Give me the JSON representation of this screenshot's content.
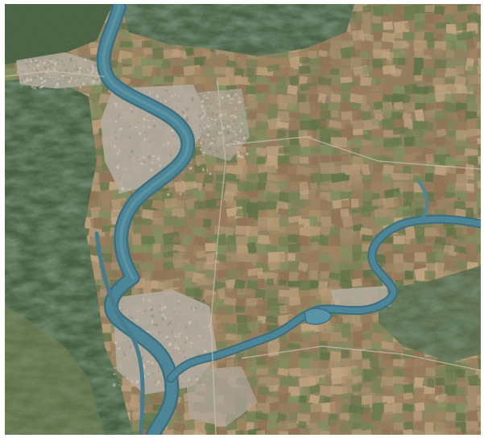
{
  "colors": {
    "frame": "#ffffff",
    "farmland_base": "#8a7a58",
    "river": "#3f7f92",
    "river_edge": "#2e6576",
    "urban": "#b3aa9c",
    "hill_forest": "#2f4a2f",
    "field_green": "#5f7440",
    "field_tan": "#b89870",
    "field_brown": "#8c6a48"
  },
  "features": {
    "rivers": [
      {
        "id": "main-river"
      },
      {
        "id": "tributary-river"
      }
    ],
    "urban_areas": [
      {
        "id": "northern-town"
      },
      {
        "id": "central-city"
      },
      {
        "id": "southern-town"
      }
    ],
    "terrain": [
      {
        "id": "western-hills"
      },
      {
        "id": "northern-hills"
      },
      {
        "id": "eastern-hills"
      }
    ]
  }
}
